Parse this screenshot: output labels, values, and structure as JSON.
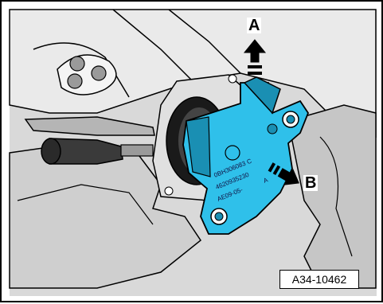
{
  "diagram": {
    "callout_a": "A",
    "callout_b": "B",
    "figure_id": "A34-10462",
    "part_marking_lines": [
      "0BH306083 C",
      "4620935230",
      "AE09-05-",
      "A"
    ],
    "colors": {
      "highlight_part": "#2fc0ea",
      "highlight_dark": "#1a8fb3",
      "housing_light": "#e6e6e6",
      "housing_mid": "#bdbdbd",
      "housing_dark": "#7a7a7a",
      "outline": "#000000"
    },
    "icons": {
      "arrow_a": "arrow-up-icon",
      "arrow_b": "arrow-right-down-icon"
    }
  }
}
